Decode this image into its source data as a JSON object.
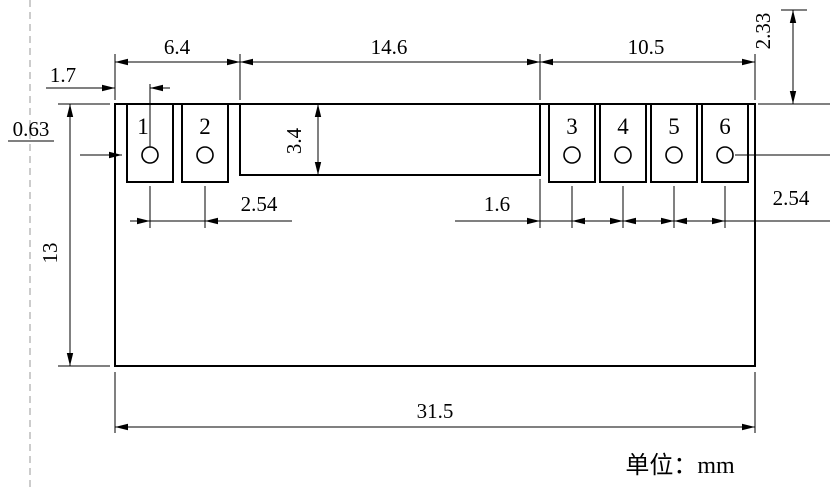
{
  "drawing": {
    "title": "module-footprint-dimension-drawing",
    "unit_label": "单位：mm",
    "dimensions": {
      "width_left": "6.4",
      "width_middle": "14.6",
      "width_right": "10.5",
      "edge_to_pin1": "1.7",
      "hole_diameter": "0.63",
      "notch_height": "3.4",
      "body_height": "13",
      "pin_pitch_left": "2.54",
      "step_to_pin3": "1.6",
      "pin_pitch_right": "2.54",
      "top_to_hole": "2.33",
      "body_width": "31.5"
    },
    "pins": [
      {
        "label": "1"
      },
      {
        "label": "2"
      },
      {
        "label": "3"
      },
      {
        "label": "4"
      },
      {
        "label": "5"
      },
      {
        "label": "6"
      }
    ],
    "colors": {
      "line": "#000000",
      "pin_number": "#e60000",
      "dashed_border": "#9a9a9a"
    }
  }
}
